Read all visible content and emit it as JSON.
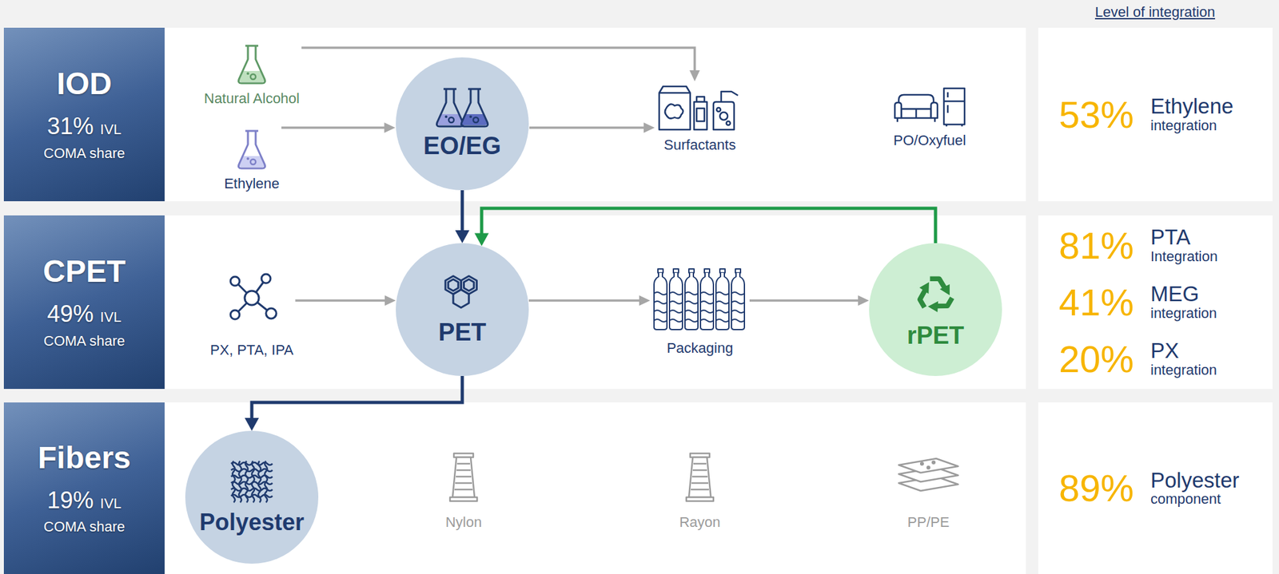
{
  "diagram": {
    "nodes": [
      {
        "text": [
          "IOD",
          "31%",
          "IVL",
          "COMA share"
        ]
      },
      {
        "text": [
          "Natural Alcohol"
        ]
      },
      {
        "text": [
          "Ethylene"
        ]
      },
      {
        "text": [
          "EO/EG"
        ]
      },
      {
        "text": [
          "Surfactants"
        ]
      },
      {
        "text": [
          "PO/Oxyfuel"
        ]
      },
      {
        "text": [
          "53%",
          "Ethylene",
          "integration"
        ]
      },
      {
        "text": [
          "CPET",
          "49%",
          "IVL",
          "COMA share"
        ]
      },
      {
        "text": [
          "PX, PTA, IPA"
        ]
      },
      {
        "text": [
          "PET"
        ]
      },
      {
        "text": [
          "Packaging"
        ]
      },
      {
        "text": [
          "rPET"
        ]
      },
      {
        "text": [
          "81%",
          "PTA",
          "Integration",
          "41%",
          "MEG",
          "integration",
          "20%",
          "PX",
          "integration"
        ]
      },
      {
        "text": [
          "Fibers",
          "19%",
          "IVL",
          "COMA share"
        ]
      },
      {
        "text": [
          "Polyester"
        ]
      },
      {
        "text": [
          "Nylon"
        ]
      },
      {
        "text": [
          "Rayon"
        ]
      },
      {
        "text": [
          "PP/PE"
        ]
      },
      {
        "text": [
          "89%",
          "Polyester",
          "component"
        ]
      }
    ],
    "edges": [
      {
        "from": 1,
        "to": 4,
        "arrow": "to"
      },
      {
        "from": 2,
        "to": 3,
        "arrow": "to"
      },
      {
        "from": 3,
        "to": 4,
        "arrow": "to"
      },
      {
        "from": 3,
        "to": 9,
        "arrow": "to"
      },
      {
        "from": 8,
        "to": 9,
        "arrow": "to"
      },
      {
        "from": 9,
        "to": 10,
        "arrow": "to"
      },
      {
        "from": 10,
        "to": 11,
        "arrow": "to"
      },
      {
        "from": 11,
        "to": 9,
        "arrow": "to"
      },
      {
        "from": 9,
        "to": 14,
        "arrow": "to"
      }
    ],
    "labels": [
      "Level of integration"
    ]
  }
}
